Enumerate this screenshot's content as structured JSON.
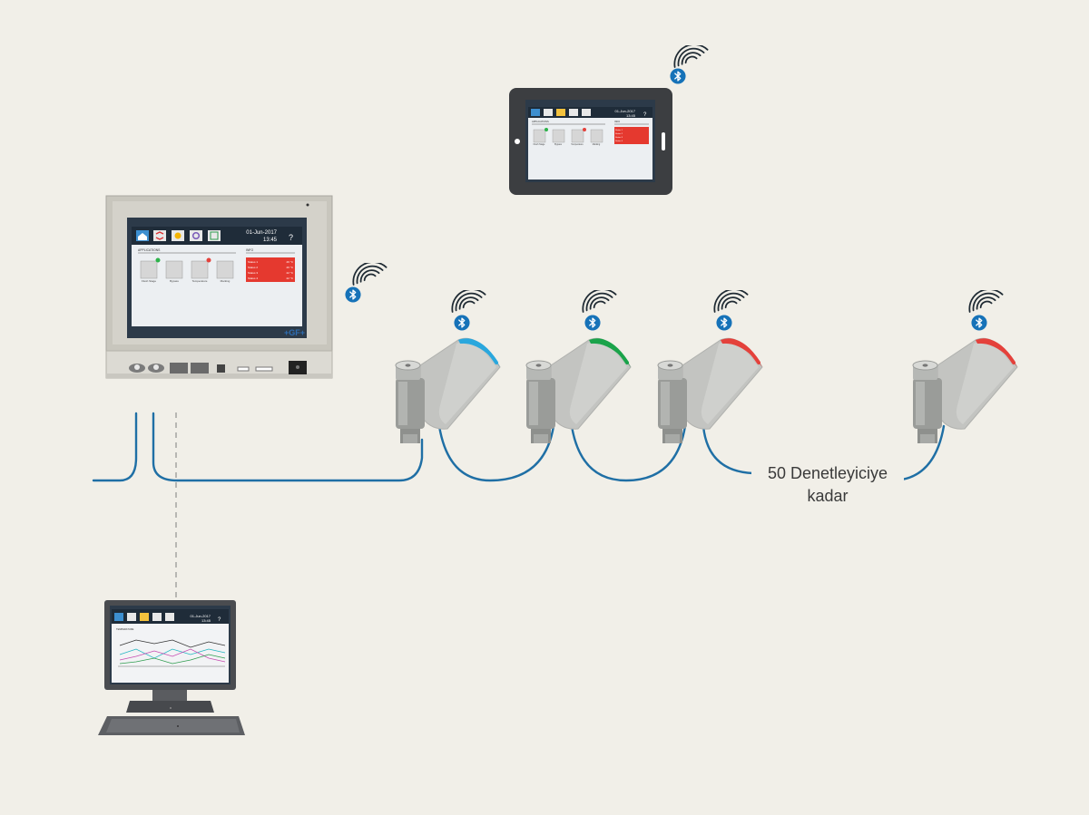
{
  "caption": {
    "line1": "50 Denetleyiciye",
    "line2": "kadar"
  },
  "panel": {
    "date": "01-Jun-2017",
    "time": "13:45",
    "help": "?",
    "brand": "+GF+",
    "applications_title": "APPLICATIONS",
    "info_title": "INFO",
    "apps": [
      "Flush Stage",
      "Bypass",
      "Temperature",
      "Marking"
    ],
    "alarm_rows": [
      "Status 1",
      "Status 2",
      "Status 3",
      "Status 4"
    ],
    "alarm_values": [
      "26 °C",
      "26 °C",
      "22 °C",
      "22 °C"
    ]
  },
  "tablet": {
    "date": "01-Jun-2017",
    "time": "13:45",
    "help": "?",
    "applications_title": "APPLICATIONS",
    "info_title": "INFO",
    "apps": [
      "Flush Stage",
      "Bypass",
      "Temperature",
      "Marking"
    ],
    "alarm_rows": [
      "Status 1",
      "Status 2",
      "Status 3",
      "Status 4"
    ]
  },
  "pc": {
    "date": "01-Jun-2017",
    "time": "13:45",
    "help": "?",
    "chart_title": "TEMPERATURE"
  },
  "colors": {
    "background": "#f1efe8",
    "line": "#1f6fa5",
    "bluetooth": "#1672b8",
    "led_blue": "#2aa7dd",
    "led_green": "#1aa34a",
    "led_red": "#e4413b",
    "alarm": "#e5392f"
  },
  "icons": [
    "bluetooth-icon",
    "wifi-signal-icon",
    "home-icon",
    "flush-icon",
    "sun-icon",
    "gear-icon",
    "document-icon"
  ]
}
